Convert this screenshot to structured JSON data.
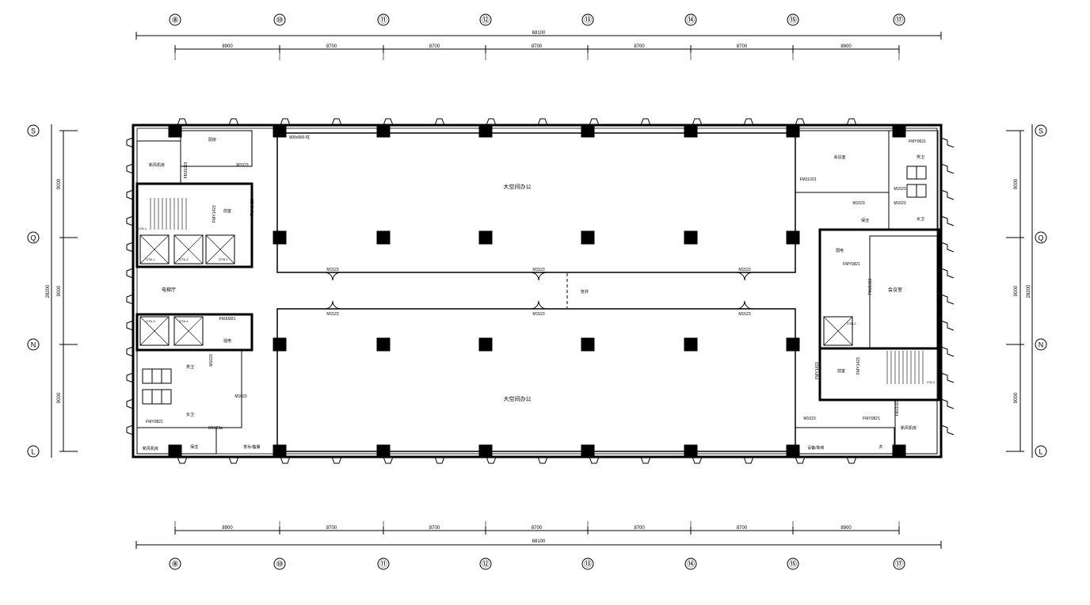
{
  "columns": [
    "⑧",
    "⑩",
    "⑪",
    "⑫",
    "⑬",
    "⑭",
    "⑮",
    "⑰"
  ],
  "rows": [
    "S",
    "Q",
    "N",
    "L"
  ],
  "total_width": "68100",
  "bay_widths": [
    "8900",
    "8700",
    "8700",
    "8700",
    "8700",
    "8700",
    "8900"
  ],
  "total_depth": "28200",
  "bay_depths": [
    "9000",
    "9000",
    "9000"
  ],
  "rooms": {
    "office_north": "大空间办公",
    "office_south": "大空间办公",
    "elevator_lobby": "电梯厅",
    "kitchen": "厨房",
    "fan_room_nw": "新风机房",
    "front_room_nw": "前室",
    "strong_elec": "强电",
    "male_wc_w": "男卫",
    "female_wc_w": "女卫",
    "fan_room_sw": "新风机房",
    "storage_sw": "保洁",
    "pantry": "茶水/备餐",
    "meeting_ne": "会议室",
    "male_wc_e": "男卫",
    "female_wc_e": "女卫",
    "cleaning_e": "保洁",
    "weak_elec": "弱电",
    "meeting_e": "会议室",
    "front_room_se": "前室",
    "storage_se": "设备/库房",
    "fan_room_se": "新风机房",
    "shaft_se": "井"
  },
  "tags": {
    "column_size": "800x900-柱",
    "corridor_note": "管井",
    "door_m1523": "M1523",
    "door_m1023": "M1023",
    "door_m1023a": "M1023a",
    "door_fmj1023": "FMJ1023",
    "door_fmy1423": "FMY1423",
    "door_fmj0821": "FMJ0821",
    "door_fmy0821": "FMY0821",
    "door_fmy0621": "FMY0621",
    "elev_a1": "DTA-1",
    "elev_a2": "DTA-2",
    "elev_a3": "DTA-3",
    "elev_a4": "DTA-4",
    "elev_b1": "DTB-1",
    "elev_b2": "DTB-2",
    "stair_1": "LTA-1",
    "stair_2": "LTA-2"
  }
}
